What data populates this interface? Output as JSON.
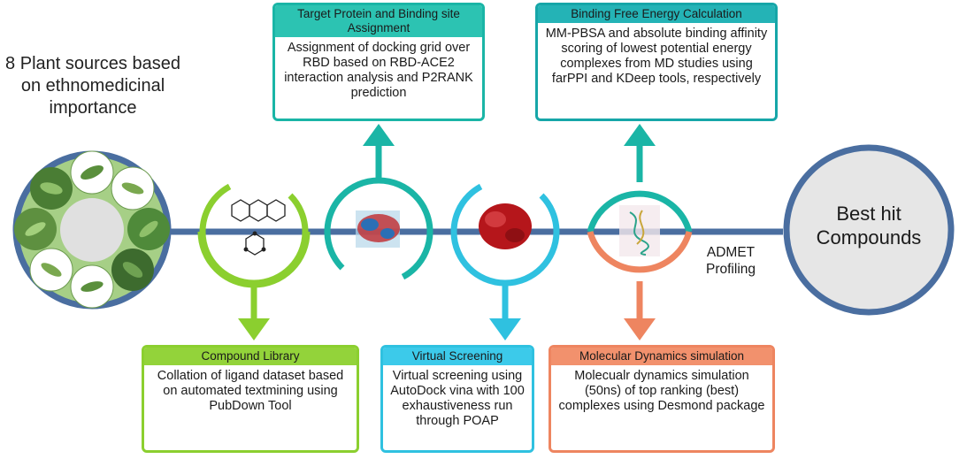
{
  "plant_title": "8 Plant sources based on ethnomedicinal importance",
  "boxes": {
    "target": {
      "title": "Target Protein and Binding site Assignment",
      "body": "Assignment of docking grid over RBD based on RBD-ACE2 interaction analysis and P2RANK prediction",
      "color": "#1ab5a6",
      "header_bg": "#2cc3b2"
    },
    "binding": {
      "title": "Binding Free Energy Calculation",
      "body": "MM-PBSA and absolute binding affinity scoring of lowest potential energy complexes from MD studies using farPPI and KDeep tools, respectively",
      "color": "#16a6a8",
      "header_bg": "#24b3b6"
    },
    "compound": {
      "title": "Compound Library",
      "body": "Collation of ligand dataset based on automated textmining using PubDown Tool",
      "color": "#8bcf2f",
      "header_bg": "#93d33a"
    },
    "virtual": {
      "title": "Virtual Screening",
      "body": "Virtual screening using AutoDock vina with 100 exhaustiveness run through POAP",
      "color": "#2fc1e0",
      "header_bg": "#3ccaea"
    },
    "md": {
      "title": "Molecular Dynamics simulation",
      "body": "Molecualr dynamics simulation (50ns) of top ranking (best) complexes using Desmond package",
      "color": "#ee8560",
      "header_bg": "#f2916d"
    }
  },
  "best_hit": "Best hit Compounds",
  "admet": "ADMET Profiling",
  "colors": {
    "navy": "#4a6ea0",
    "green": "#8bcf2f",
    "teal": "#1ab5a6",
    "cyan": "#2fc1e0",
    "salmon": "#ee8560",
    "grey_fill": "#e6e6e6",
    "plant_ring": "#9ccc7e"
  }
}
